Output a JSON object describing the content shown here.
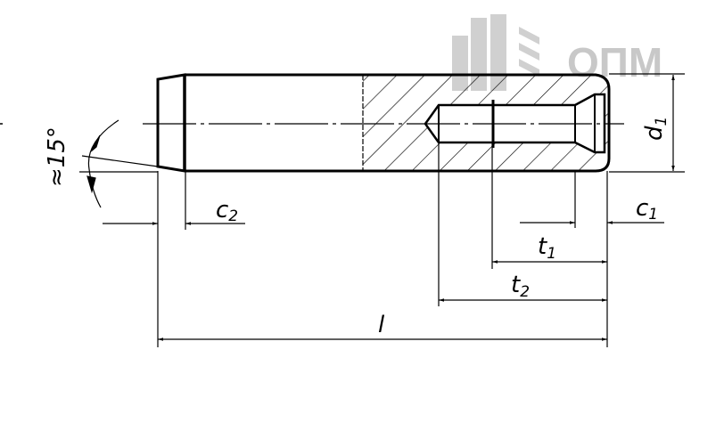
{
  "drawing": {
    "title": "Cylindrical pin with internal thread",
    "dimensions": {
      "angle": "≈15°",
      "c2": {
        "main": "c",
        "sub": "2"
      },
      "c1": {
        "main": "c",
        "sub": "1"
      },
      "t1": {
        "main": "t",
        "sub": "1"
      },
      "t2": {
        "main": "t",
        "sub": "2"
      },
      "l": {
        "main": "l"
      },
      "d1": {
        "main": "d",
        "sub": "1"
      }
    }
  },
  "watermark": {
    "text": "ОПМ",
    "color": "#c8c8c8"
  }
}
